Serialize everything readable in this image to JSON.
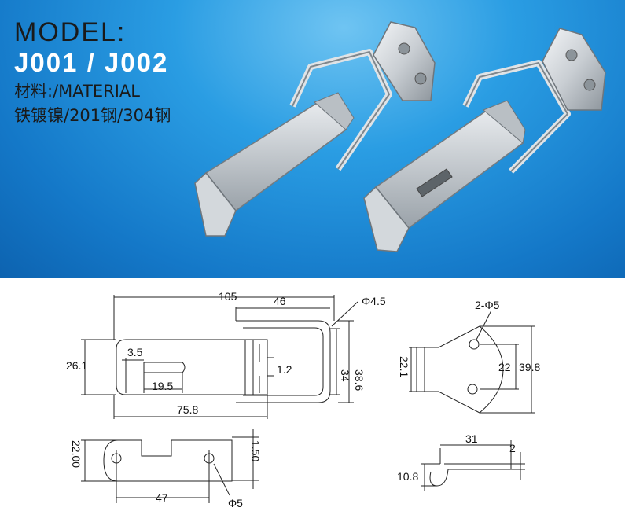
{
  "header": {
    "model_label": "MODEL:",
    "model_codes": "J001 / J002",
    "material_label": "材料:/MATERIAL",
    "material_values": "铁镀镍/201钢/304钢"
  },
  "dimensions": {
    "top_overall": "105",
    "top_loop": "46",
    "top_hole_dia": "Φ4.5",
    "top_height": "38.6",
    "top_inner": "34",
    "top_width": "26.1",
    "top_slot_offset": "3.5",
    "top_slot_len": "19.5",
    "top_thickness": "1.2",
    "top_body_len": "75.8",
    "side_height": "22.00",
    "side_thickness": "1.50",
    "side_hole_span": "47",
    "side_hole_dia": "Φ5",
    "plate_holes": "2-Φ5",
    "plate_flange": "22.1",
    "plate_hole_span": "22",
    "plate_height": "39.8",
    "hook_len": "31",
    "hook_gap": "2",
    "hook_height": "10.8"
  },
  "colors": {
    "banner": "#1a86d6",
    "title_codes": "#ffffff"
  }
}
